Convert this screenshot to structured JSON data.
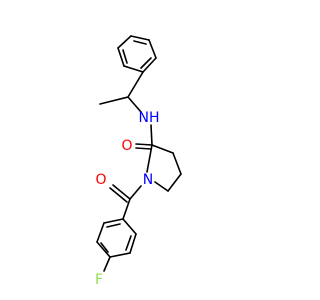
{
  "molecule": {
    "atoms": {
      "nh": {
        "text": "NH",
        "color": "#0000ff"
      },
      "o_amide": {
        "text": "O",
        "color": "#ff0000"
      },
      "n_ring": {
        "text": "N",
        "color": "#0000ff"
      },
      "o_ketone": {
        "text": "O",
        "color": "#ff0000"
      },
      "f": {
        "text": "F",
        "color": "#90e050"
      }
    },
    "bond_color": "#000000",
    "background": "#ffffff"
  }
}
